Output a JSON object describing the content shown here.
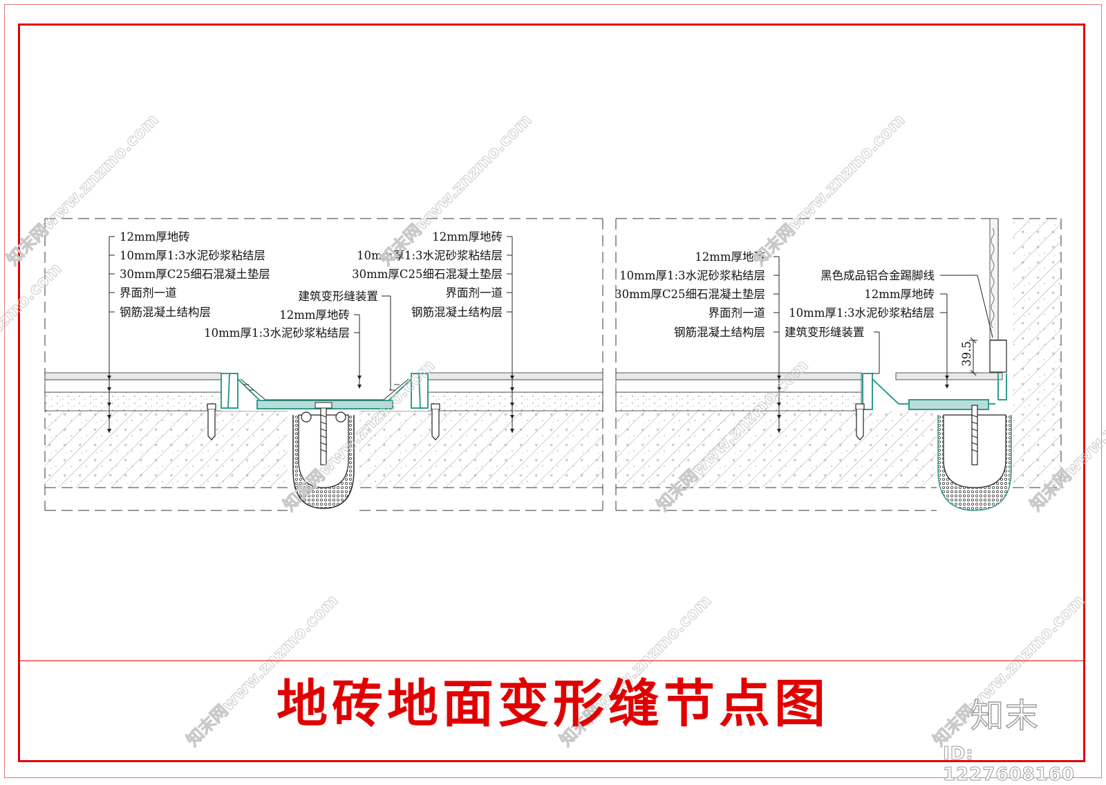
{
  "drawing_title": "地砖地面变形缝节点图",
  "left_detail": {
    "left_labels": [
      "12mm厚地砖",
      "10mm厚1:3水泥砂浆粘结层",
      "30mm厚C25细石混凝土垫层",
      "界面剂一道",
      "钢筋混凝土结构层"
    ],
    "right_labels": [
      "12mm厚地砖",
      "10mm厚1:3水泥砂浆粘结层",
      "30mm厚C25细石混凝土垫层",
      "界面剂一道",
      "钢筋混凝土结构层"
    ],
    "device_label": "建筑变形缝装置",
    "inner_labels": [
      "12mm厚地砖",
      "10mm厚1:3水泥砂浆粘结层"
    ]
  },
  "right_detail": {
    "left_labels": [
      "12mm厚地砖",
      "10mm厚1:3水泥砂浆粘结层",
      "30mm厚C25细石混凝土垫层",
      "界面剂一道",
      "钢筋混凝土结构层"
    ],
    "right_labels": [
      "黑色成品铝合金踢脚线",
      "12mm厚地砖",
      "10mm厚1:3水泥砂浆粘结层",
      "建筑变形缝装置"
    ],
    "dimension_text": "39.5"
  },
  "watermark": {
    "text": "知末网www.znzmo.com",
    "logo_text": "知末",
    "id_text": "ID: 1227608160"
  },
  "colors": {
    "frame_red": "#e30000",
    "title_red": "#e00000",
    "teal_device": "#3aa69a",
    "watermark_gray": "#c9c9c9"
  }
}
